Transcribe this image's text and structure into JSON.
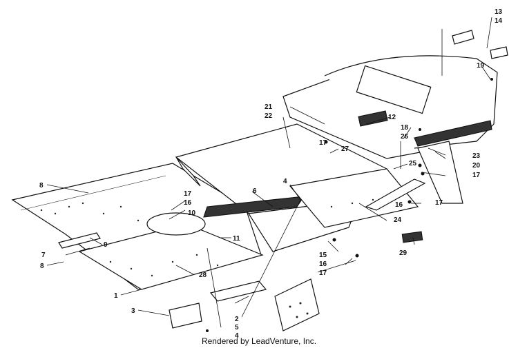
{
  "credit": "Rendered by LeadVenture, Inc.",
  "callouts": [
    "1",
    "2",
    "3",
    "4",
    "5",
    "6",
    "7",
    "8",
    "9",
    "10",
    "11",
    "12",
    "13",
    "14",
    "15",
    "16",
    "17",
    "18",
    "19",
    "20",
    "21",
    "22",
    "23",
    "24",
    "25",
    "26",
    "27",
    "28",
    "29"
  ],
  "colors": {
    "ink": "#111111",
    "paper": "#ffffff"
  }
}
